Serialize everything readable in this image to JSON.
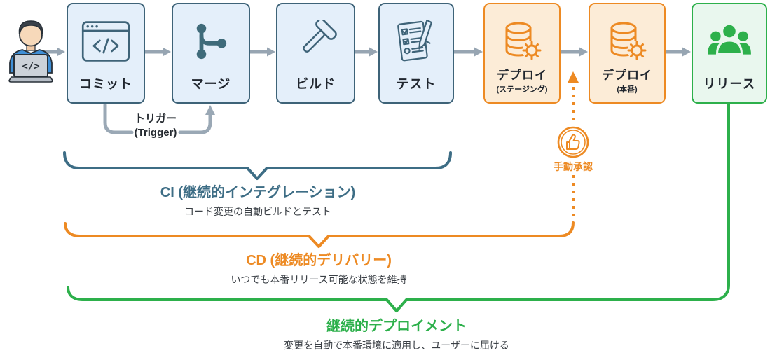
{
  "actor": {
    "name": "developer",
    "laptop_glyph": "</>"
  },
  "pipeline": {
    "nodes": [
      {
        "id": "commit",
        "label": "コミット",
        "icon": "code-window-icon",
        "theme": "blue"
      },
      {
        "id": "merge",
        "label": "マージ",
        "icon": "git-branch-icon",
        "theme": "blue"
      },
      {
        "id": "build",
        "label": "ビルド",
        "icon": "hammer-icon",
        "theme": "blue"
      },
      {
        "id": "test",
        "label": "テスト",
        "icon": "checklist-icon",
        "theme": "blue"
      },
      {
        "id": "deploy-staging",
        "label": "デプロイ",
        "sublabel": "(ステージング)",
        "icon": "database-gear-icon",
        "theme": "orange"
      },
      {
        "id": "deploy-production",
        "label": "デプロイ",
        "sublabel": "(本番)",
        "icon": "database-gear-icon",
        "theme": "orange"
      },
      {
        "id": "release",
        "label": "リリース",
        "icon": "users-icon",
        "theme": "green"
      }
    ]
  },
  "trigger": {
    "line1": "トリガー",
    "line2": "(Trigger)"
  },
  "manual_approval": {
    "label": "手動承認",
    "icon": "thumbs-up-icon"
  },
  "stages": [
    {
      "id": "ci",
      "title": "CI (継続的インテグレーション)",
      "subtitle": "コード変更の自動ビルドとテスト",
      "color": "#3d6d85"
    },
    {
      "id": "cd",
      "title": "CD (継続的デリバリー)",
      "subtitle": "いつでも本番リリース可能な状態を維持",
      "color": "#ed8a23"
    },
    {
      "id": "cdep",
      "title": "継続的デプロイメント",
      "subtitle": "変更を自動で本番環境に適用し、ユーザーに届ける",
      "color": "#2db04b"
    }
  ],
  "colors": {
    "blue_fill": "#e4effa",
    "blue_border": "#3e6378",
    "orange_fill": "#fcecd7",
    "orange_border": "#ed8a23",
    "green_fill": "#e9f7ee",
    "green_border": "#2db04b",
    "arrow_gray": "#97a5b2",
    "text_dark": "#20262e"
  }
}
